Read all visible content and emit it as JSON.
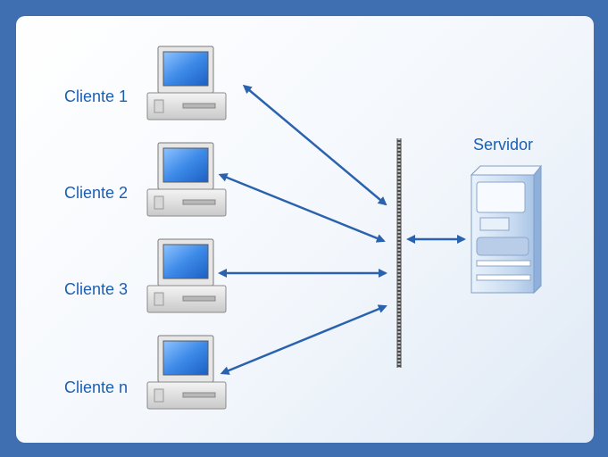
{
  "diagram": {
    "clients": [
      {
        "label": "Cliente 1"
      },
      {
        "label": "Cliente 2"
      },
      {
        "label": "Cliente 3"
      },
      {
        "label": "Cliente n"
      }
    ],
    "server": {
      "label": "Servidor"
    },
    "colors": {
      "frame": "#3f6fb0",
      "text": "#1b5fb1",
      "arrow": "#2a62ad",
      "screen": "#2f7de0"
    }
  }
}
